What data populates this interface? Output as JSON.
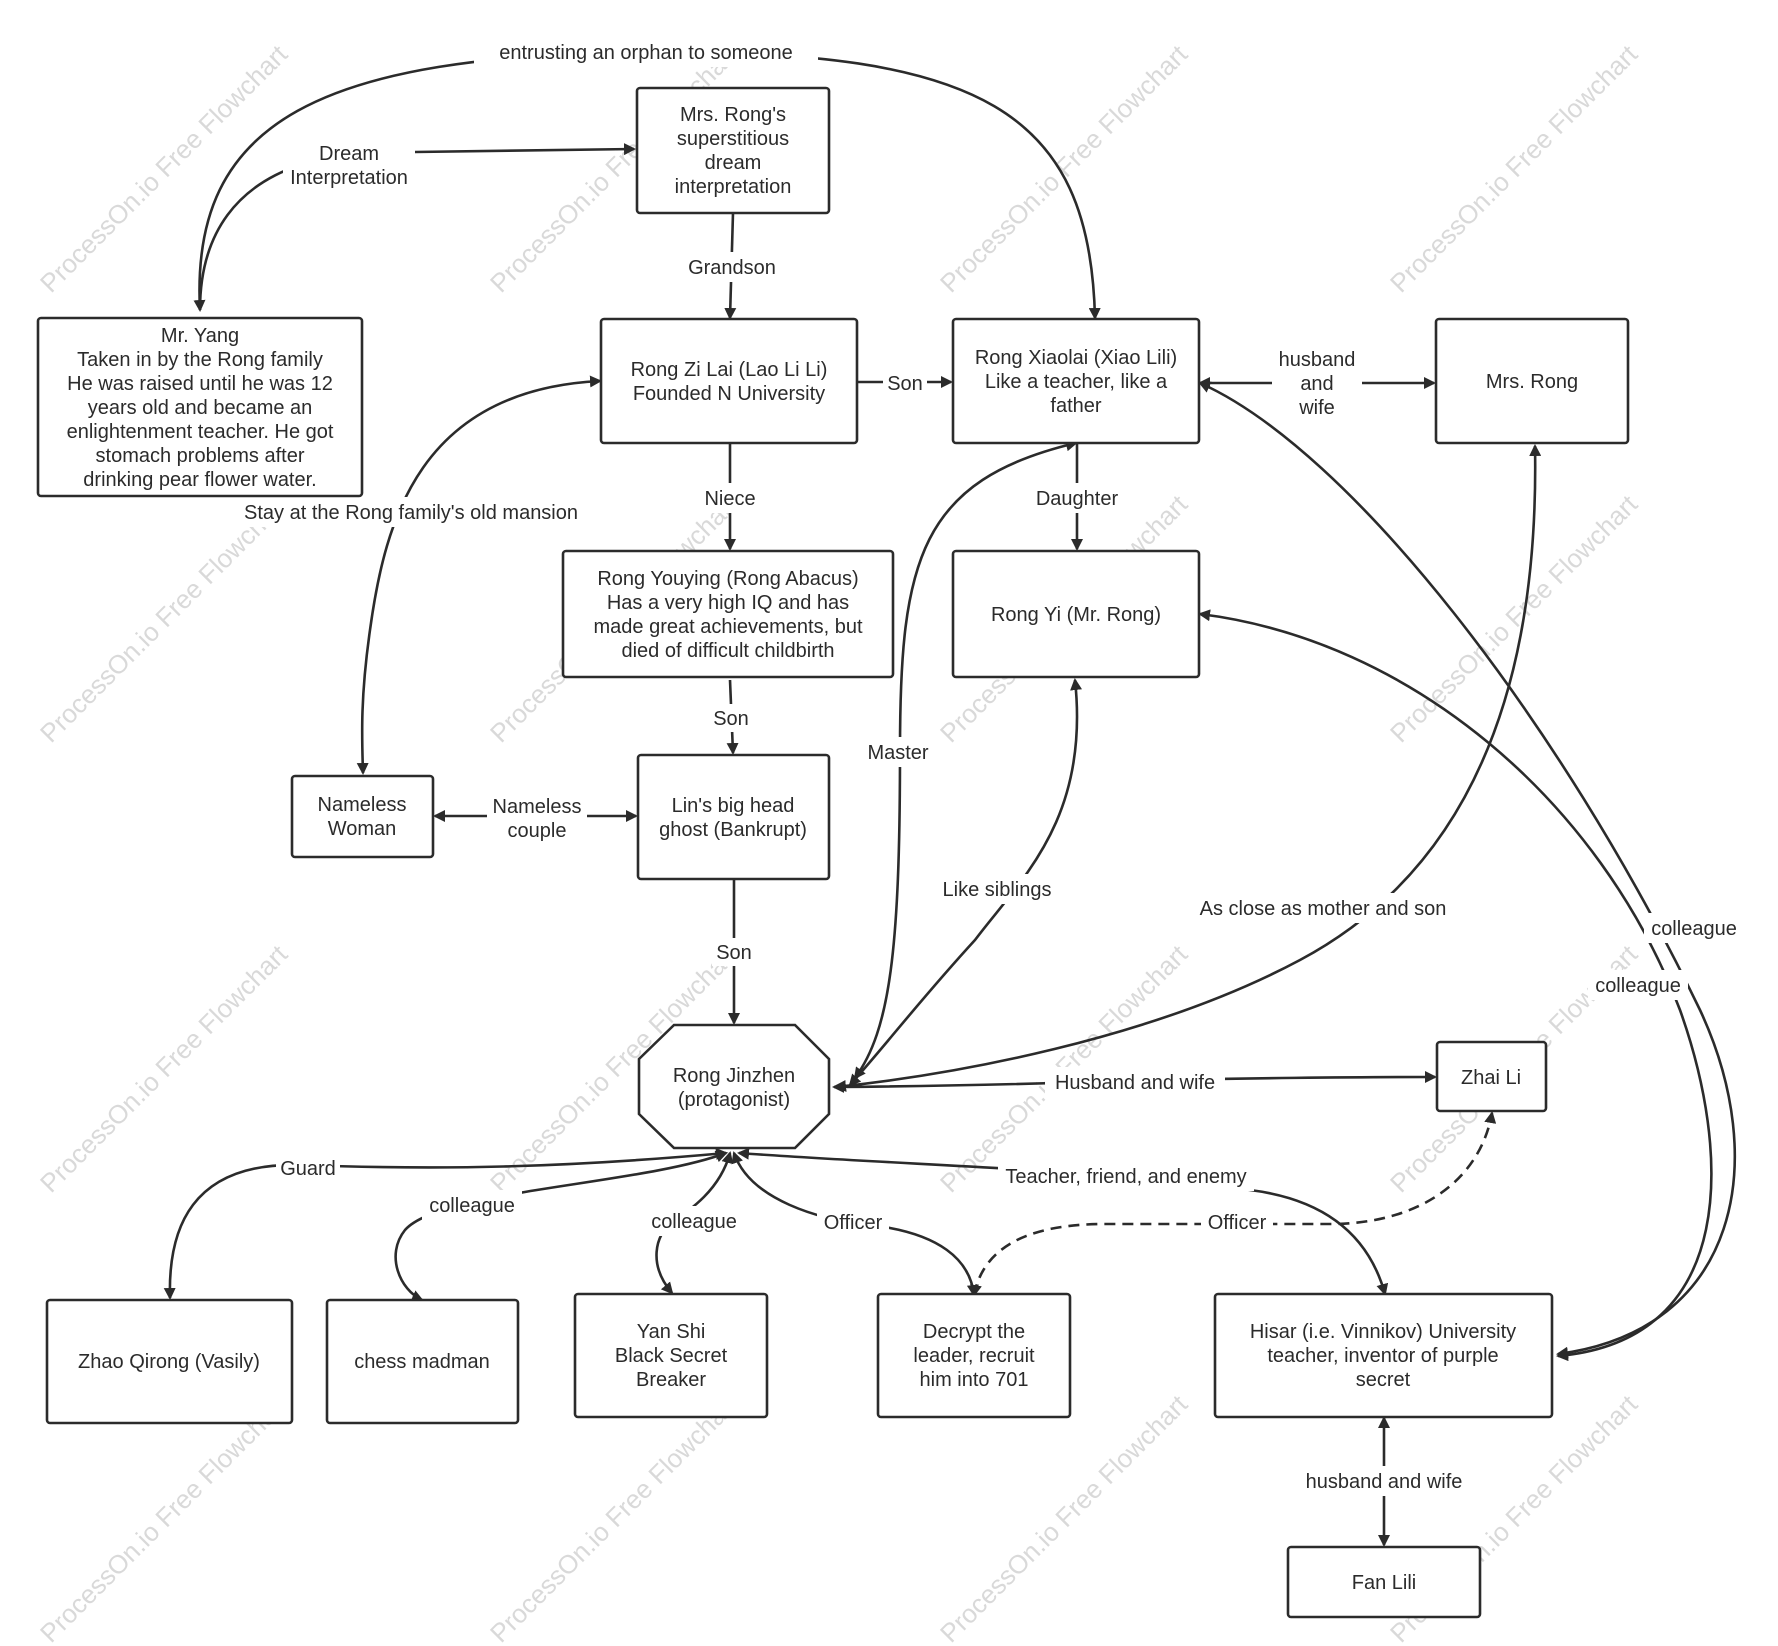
{
  "watermark": "ProcessOn.io Free Flowchart",
  "nodes": {
    "mrs_rong_dream": "Mrs. Rong's\nsuperstitious\ndream\ninterpretation",
    "mr_yang": "Mr. Yang\nTaken in by the Rong family\nHe was raised until he was 12\nyears old and became an\nenlightenment teacher. He got\nstomach problems after\ndrinking pear flower water.",
    "rong_zi_lai": "Rong Zi Lai (Lao Li Li)\nFounded N University",
    "rong_xiaolai": "Rong Xiaolai (Xiao Lili)\nLike a teacher, like a\nfather",
    "mrs_rong": "Mrs. Rong",
    "rong_youying": "Rong Youying (Rong Abacus)\nHas a very high IQ and has\nmade great achievements, but\ndied of difficult childbirth",
    "rong_yi": "Rong Yi (Mr. Rong)",
    "nameless_woman": "Nameless\nWoman",
    "lin_ghost": "Lin's big head\nghost (Bankrupt)",
    "rong_jinzhen": "Rong Jinzhen\n(protagonist)",
    "zhai_li": "Zhai Li",
    "zhao_qirong": "Zhao Qirong (Vasily)",
    "chess_madman": "chess madman",
    "yan_shi": "Yan Shi\nBlack Secret\nBreaker",
    "decrypt_leader": "Decrypt the\nleader, recruit\nhim into 701",
    "hisar": "Hisar (i.e. Vinnikov) University\nteacher, inventor of purple\nsecret",
    "fan_lili": "Fan Lili"
  },
  "edge_labels": {
    "entrusting": "entrusting an orphan to someone",
    "dream_interp": "Dream\nInterpretation",
    "grandson": "Grandson",
    "son_1": "Son",
    "husband_wife_1": "husband\nand\nwife",
    "niece": "Niece",
    "daughter": "Daughter",
    "stay_mansion": "Stay at the Rong family's old mansion",
    "son_2": "Son",
    "master": "Master",
    "nameless_couple": "Nameless\ncouple",
    "like_siblings": "Like siblings",
    "mother_son": "As close as mother and son",
    "colleague_far": "colleague",
    "colleague_near": "colleague",
    "son_3": "Son",
    "husband_wife_2": "Husband and wife",
    "guard": "Guard",
    "colleague_chess": "colleague",
    "colleague_yan": "colleague",
    "teacher_friend_enemy": "Teacher, friend, and enemy",
    "officer_1": "Officer",
    "officer_2": "Officer",
    "husband_wife_3": "husband and wife"
  }
}
